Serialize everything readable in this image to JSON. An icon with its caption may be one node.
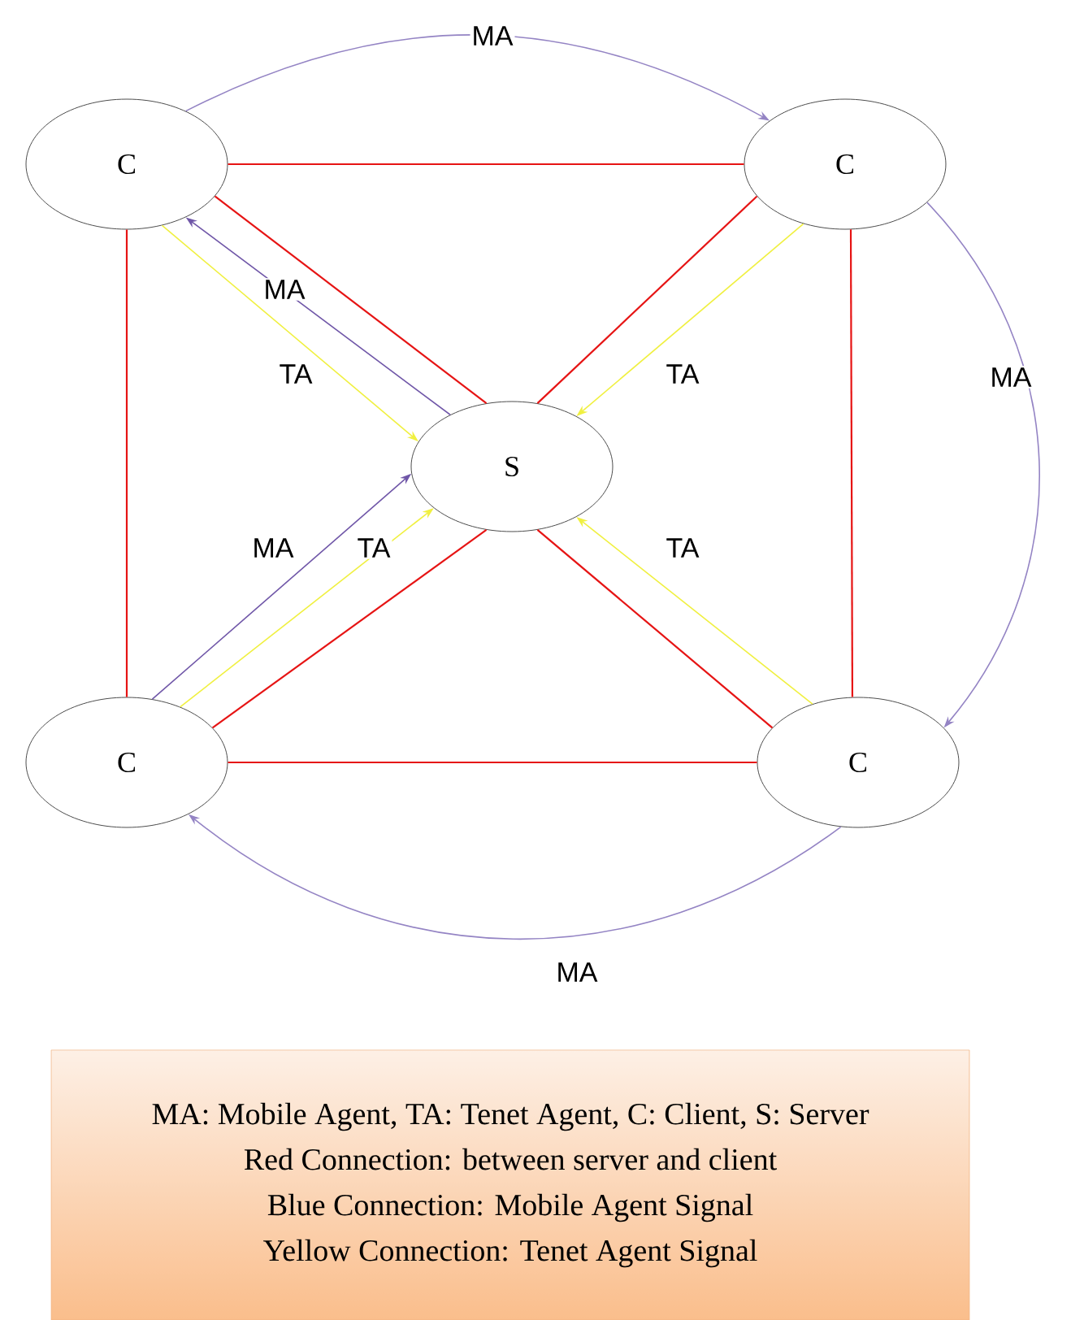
{
  "diagram": {
    "nodes": [
      {
        "text": [
          "C"
        ]
      },
      {
        "text": [
          "C"
        ]
      },
      {
        "text": [
          "S"
        ]
      },
      {
        "text": [
          "C"
        ]
      },
      {
        "text": [
          "C"
        ]
      },
      {
        "text": [
          "MA: Mobile Agent, TA: Tenet Agent, C: Client, S: Server",
          "Red Connection: between server and client",
          "Blue Connection: Mobile Agent Signal",
          "Yellow Connection: Tenet Agent Signal"
        ]
      }
    ],
    "edges": [
      {
        "from": 0,
        "to": 1,
        "arrow": "none"
      },
      {
        "from": 0,
        "to": 3,
        "arrow": "none"
      },
      {
        "from": 1,
        "to": 4,
        "arrow": "none"
      },
      {
        "from": 3,
        "to": 4,
        "arrow": "none"
      },
      {
        "from": 0,
        "to": 2,
        "arrow": "none"
      },
      {
        "from": 1,
        "to": 2,
        "arrow": "none"
      },
      {
        "from": 3,
        "to": 2,
        "arrow": "none"
      },
      {
        "from": 4,
        "to": 2,
        "arrow": "none"
      },
      {
        "from": 0,
        "to": 1,
        "arrow": "to",
        "label": "MA",
        "color": "#9484c4"
      },
      {
        "from": 1,
        "to": 4,
        "arrow": "to",
        "label": "MA",
        "color": "#9484c4"
      },
      {
        "from": 4,
        "to": 3,
        "arrow": "to",
        "label": "MA",
        "color": "#9484c4"
      },
      {
        "from": 2,
        "to": 0,
        "arrow": "to",
        "label": "MA",
        "color": "#7057a8"
      },
      {
        "from": 3,
        "to": 2,
        "arrow": "to",
        "label": "MA",
        "color": "#7057a8"
      },
      {
        "from": 0,
        "to": 2,
        "arrow": "to",
        "label": "TA",
        "color": "#f0f040"
      },
      {
        "from": 1,
        "to": 2,
        "arrow": "to",
        "label": "TA",
        "color": "#f0f040"
      },
      {
        "from": 3,
        "to": 2,
        "arrow": "to",
        "label": "TA",
        "color": "#f0f040"
      },
      {
        "from": 4,
        "to": 2,
        "arrow": "to",
        "label": "TA",
        "color": "#f0f040"
      }
    ]
  }
}
